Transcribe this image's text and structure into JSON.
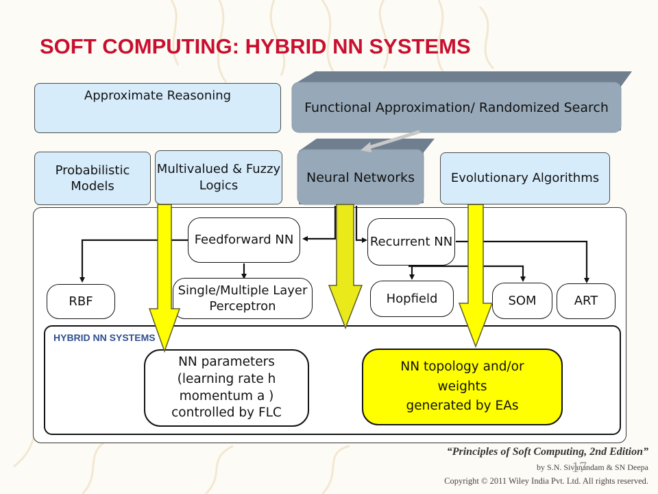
{
  "title": "SOFT COMPUTING: HYBRID NN SYSTEMS",
  "top": {
    "approx_reasoning": "Approximate Reasoning",
    "functional": "Functional Approximation/ Randomized Search"
  },
  "middle": {
    "probabilistic": "Probabilistic Models",
    "multivalued": "Multivalued & Fuzzy Logics",
    "neural": "Neural Networks",
    "evolutionary": "Evolutionary Algorithms"
  },
  "nn": {
    "feedforward": "Feedforward NN",
    "recurrent": "Recurrent NN",
    "rbf": "RBF",
    "perceptron": "Single/Multiple Layer Perceptron",
    "hopfield": "Hopfield",
    "som": "SOM",
    "art": "ART"
  },
  "hybrid": {
    "label": "HYBRID  NN SYSTEMS",
    "flc": "NN parameters\n(learning rate h\nmomentum a )\ncontrolled by FLC",
    "ea": "NN topology and/or\nweights\ngenerated by EAs"
  },
  "citation": {
    "quote": "“Principles of Soft Computing, 2nd Edition”",
    "authors": "by S.N. Sivanandam & SN Deepa",
    "copyright": "Copyright © 2011 Wiley India Pvt. Ltd.  All rights reserved."
  },
  "page_number": "17",
  "colors": {
    "title": "#c8102e",
    "yellow": "#ffff00",
    "light_blue": "#d6ecfb",
    "grey_blue": "#97a9b9"
  }
}
